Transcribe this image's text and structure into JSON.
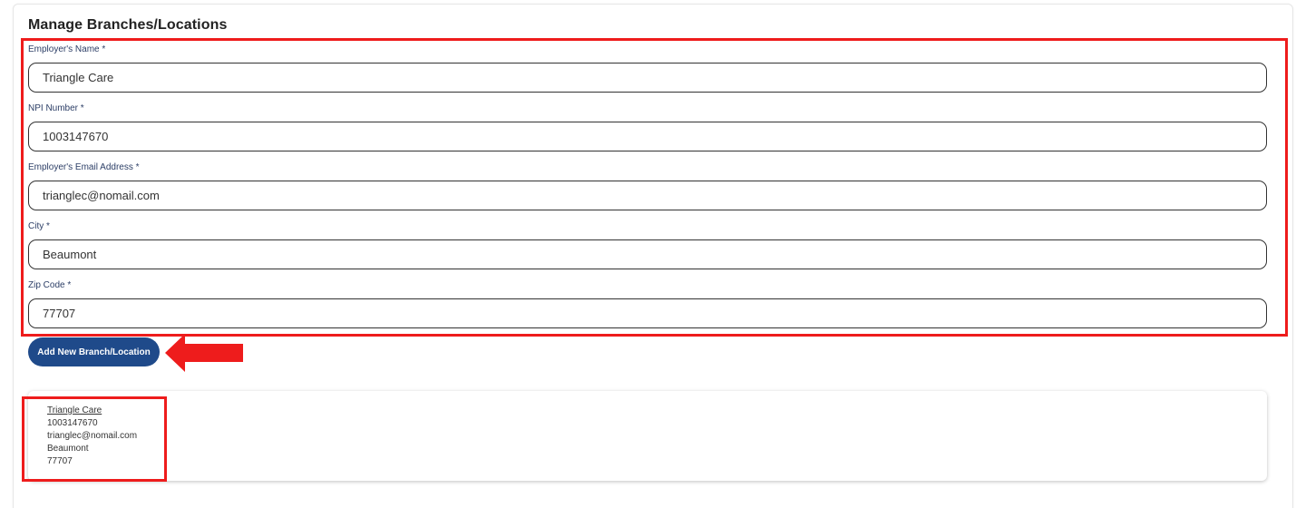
{
  "page": {
    "title": "Manage Branches/Locations"
  },
  "form": {
    "employer_name": {
      "label": "Employer's Name *",
      "value": "Triangle Care"
    },
    "npi_number": {
      "label": "NPI Number *",
      "value": "1003147670"
    },
    "email": {
      "label": "Employer's Email Address *",
      "value": "trianglec@nomail.com"
    },
    "city": {
      "label": "City *",
      "value": "Beaumont"
    },
    "zip": {
      "label": "Zip Code *",
      "value": "77707"
    }
  },
  "add_button": {
    "label": "Add New Branch/Location"
  },
  "branch_list": [
    {
      "name": "Triangle Care",
      "npi": "1003147670",
      "email": "trianglec@nomail.com",
      "city": "Beaumont",
      "zip": "77707"
    }
  ],
  "colors": {
    "primary_button": "#1f4a8a",
    "annotation_red": "#ee1c1c",
    "label_text": "#2c3e66"
  },
  "icons": {
    "annotation_arrow": "left-arrow-icon"
  }
}
